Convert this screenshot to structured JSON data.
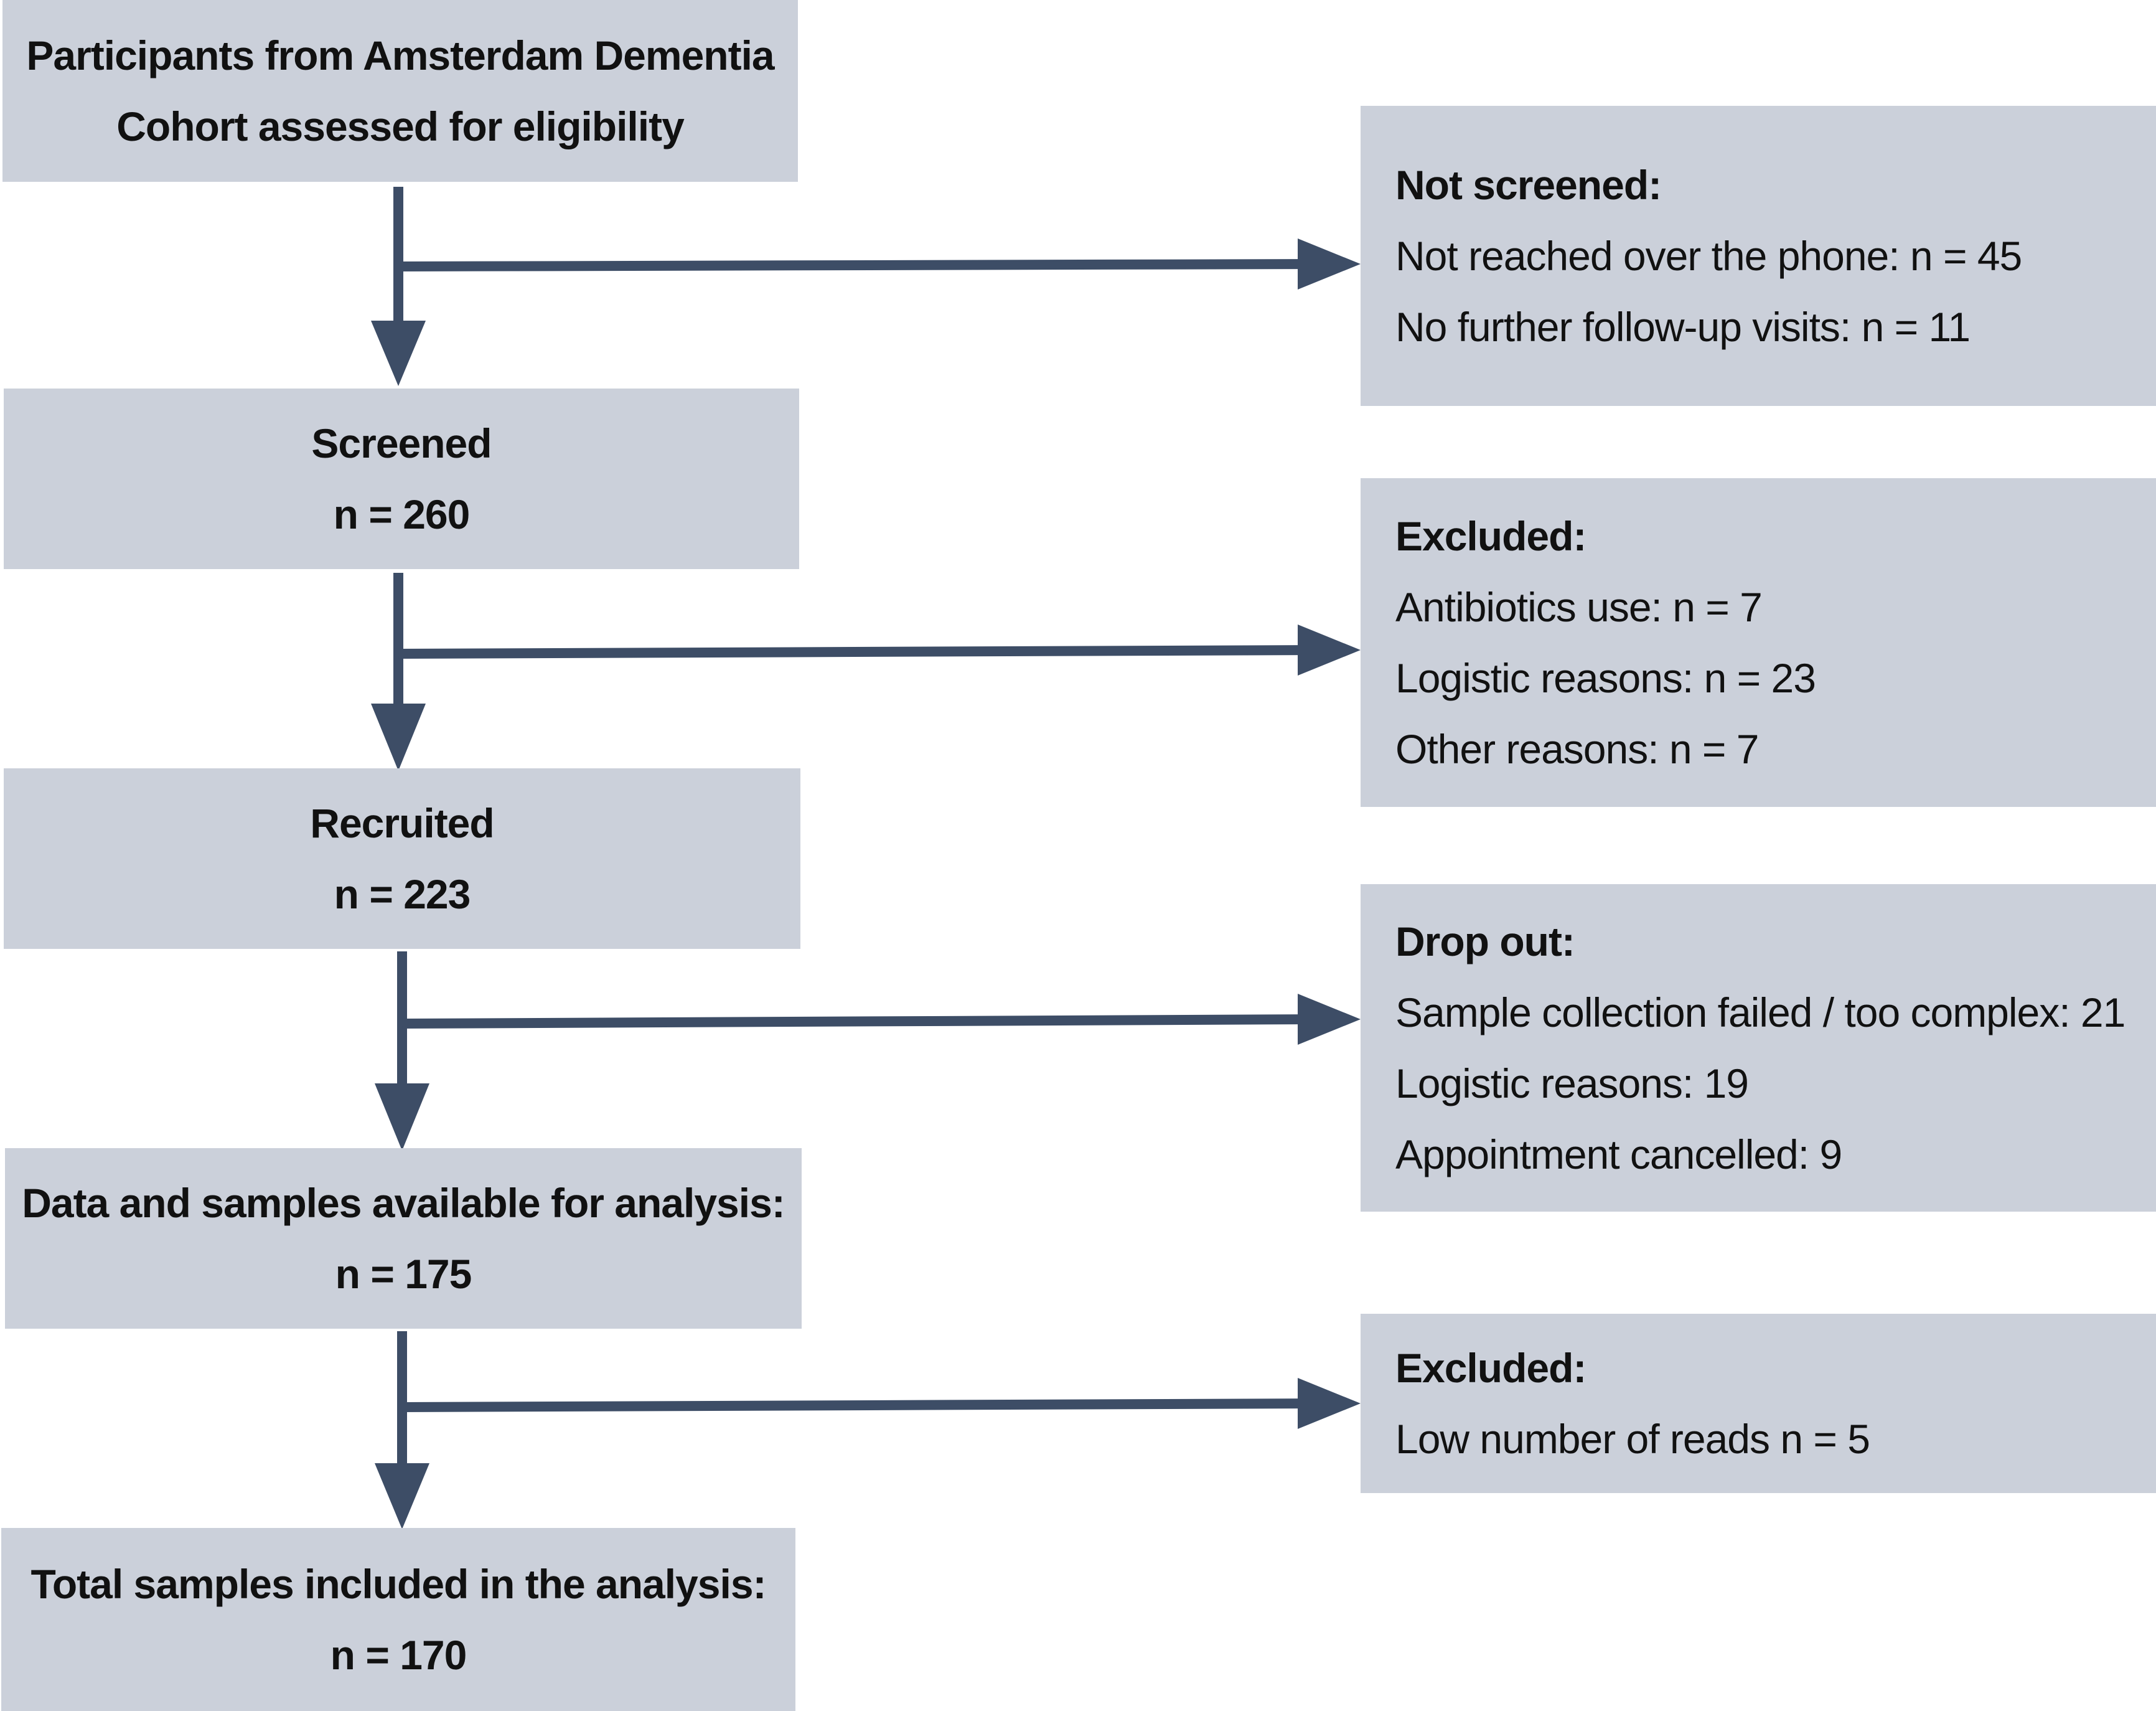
{
  "flow": [
    {
      "id": "assessed",
      "lines": [
        "Participants from Amsterdam Dementia",
        "Cohort assessed for eligibility"
      ]
    },
    {
      "id": "screened",
      "lines": [
        "Screened",
        "n = 260"
      ]
    },
    {
      "id": "recruited",
      "lines": [
        "Recruited",
        "n = 223"
      ]
    },
    {
      "id": "available",
      "lines": [
        "Data and samples available for analysis:",
        "n = 175"
      ]
    },
    {
      "id": "included",
      "lines": [
        "Total samples included in the analysis:",
        "n = 170"
      ]
    }
  ],
  "exclusions": [
    {
      "id": "not-screened",
      "heading": "Not screened:",
      "items": [
        "Not reached over the phone: n = 45",
        "No further follow-up visits: n = 11"
      ]
    },
    {
      "id": "excluded-1",
      "heading": "Excluded:",
      "items": [
        "Antibiotics use: n = 7",
        "Logistic reasons: n = 23",
        "Other reasons: n = 7"
      ]
    },
    {
      "id": "drop-out",
      "heading": "Drop out:",
      "items": [
        "Sample collection failed / too complex: 21",
        "Logistic reasons: 19",
        "Appointment cancelled: 9"
      ]
    },
    {
      "id": "excluded-2",
      "heading": "Excluded:",
      "items": [
        "Low number of reads n = 5"
      ]
    }
  ],
  "colors": {
    "box_fill": "#cbd0da",
    "connector": "#3d4d66"
  }
}
